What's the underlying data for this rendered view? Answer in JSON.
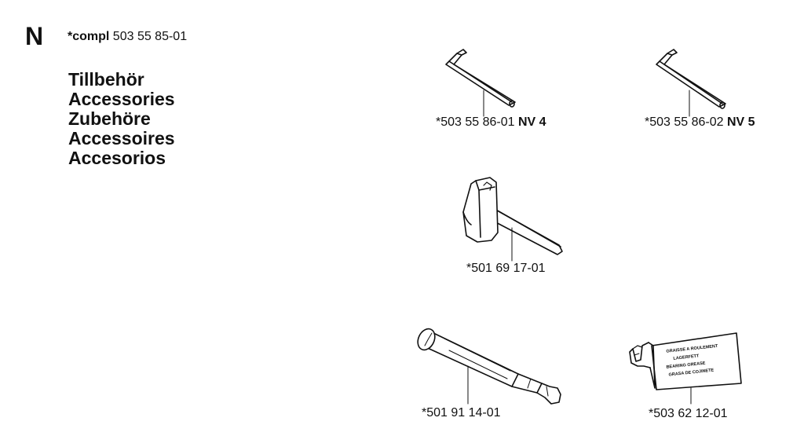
{
  "section": {
    "letter": "N",
    "compl_prefix": "*compl",
    "compl_number": "503 55 85-01"
  },
  "titles": [
    "Tillbehör",
    "Accessories",
    "Zubehöre",
    "Accessoires",
    "Accesorios"
  ],
  "parts": [
    {
      "icon": "hex-key-icon",
      "part_number": "*503 55 86-01",
      "size": "NV 4"
    },
    {
      "icon": "hex-key-icon",
      "part_number": "*503 55 86-02",
      "size": "NV 5"
    },
    {
      "icon": "combination-spanner-icon",
      "part_number": "*501 69 17-01"
    },
    {
      "icon": "piston-tool-icon",
      "part_number": "*501 91 14-01"
    },
    {
      "icon": "grease-tube-icon",
      "part_number": "*503 62 12-01"
    }
  ],
  "tube_print": [
    "GRAISSE A ROULEMENT",
    "LAGERFETT",
    "BEARING GREASE",
    "GRASA DE COJINETE"
  ]
}
